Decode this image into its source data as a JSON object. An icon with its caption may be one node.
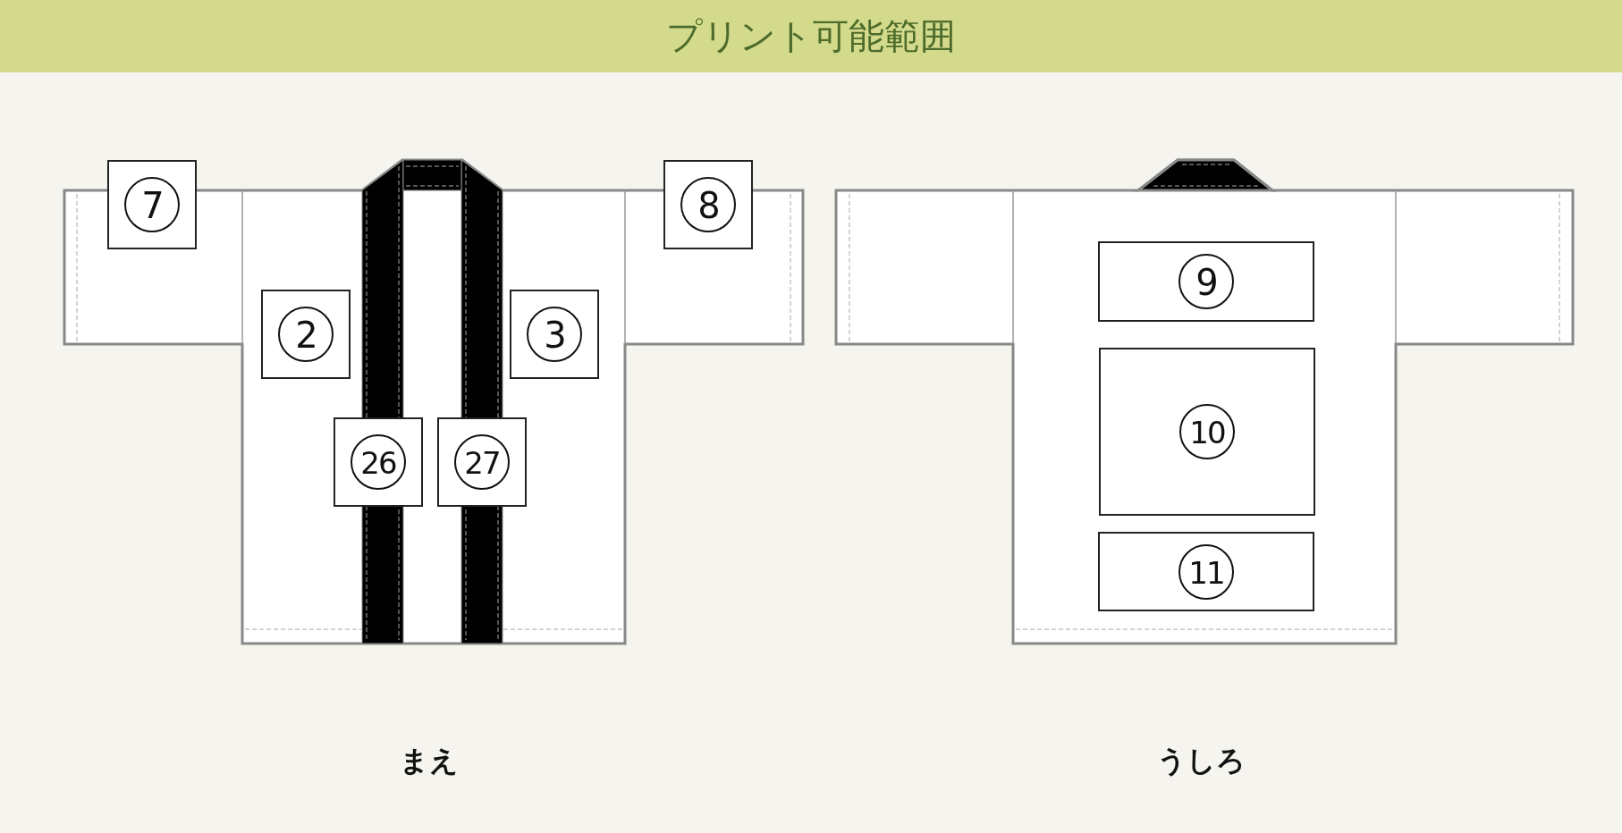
{
  "diagram": {
    "title": "プリント可能範囲",
    "nodes": [
      {
        "text": [
          "まえ"
        ]
      },
      {
        "text": [
          "7"
        ],
        "in": 0
      },
      {
        "text": [
          "8"
        ],
        "in": 0
      },
      {
        "text": [
          "2"
        ],
        "in": 0
      },
      {
        "text": [
          "3"
        ],
        "in": 0
      },
      {
        "text": [
          "26"
        ],
        "in": 0
      },
      {
        "text": [
          "27"
        ],
        "in": 0
      },
      {
        "text": [
          "うしろ"
        ]
      },
      {
        "text": [
          "9"
        ],
        "in": 7
      },
      {
        "text": [
          "10"
        ],
        "in": 7
      },
      {
        "text": [
          "11"
        ],
        "in": 7
      }
    ],
    "edges": []
  }
}
